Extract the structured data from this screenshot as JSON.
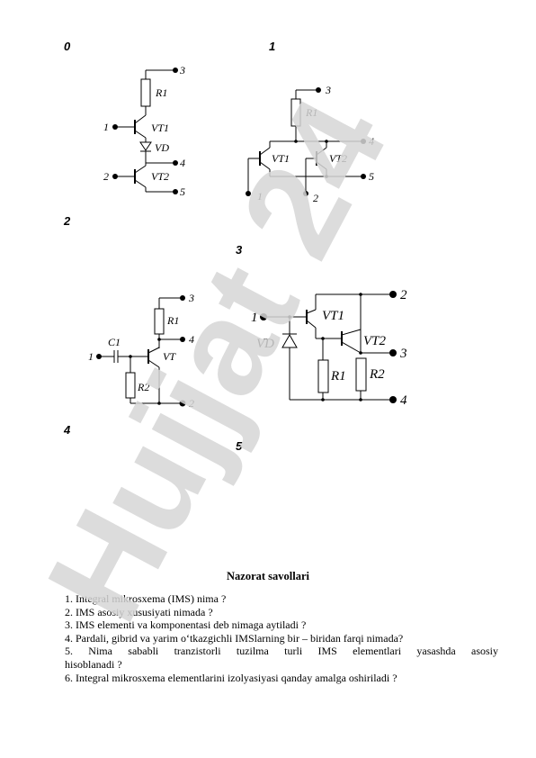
{
  "section_numbers": [
    "0",
    "1",
    "2",
    "3",
    "4",
    "5"
  ],
  "circuits": {
    "c0": {
      "r1": "R1",
      "vt1": "VT1",
      "vd": "VD",
      "vt2": "VT2",
      "pins": [
        "1",
        "2",
        "3",
        "4",
        "5"
      ]
    },
    "c1": {
      "r1": "R1",
      "vt1": "VT1",
      "vt2": "VT2",
      "pins": [
        "1",
        "2",
        "3",
        "4",
        "5"
      ]
    },
    "c2": {
      "c1": "C1",
      "r1": "R1",
      "r2": "R2",
      "vt": "VT",
      "pins": [
        "1",
        "2",
        "3",
        "4"
      ]
    },
    "c3": {
      "vd": "VD",
      "r1": "R1",
      "r2": "R2",
      "vt1": "VT1",
      "vt2": "VT2",
      "pins": [
        "1",
        "2",
        "3",
        "4"
      ]
    }
  },
  "section_title": "Nazorat savollari",
  "questions": [
    "1.  Integral mikrosxema (IMS) nima ?",
    "2.  IMS asosiy xususiyati nimada ?",
    "3.  IMS elementi va komponentasi deb nimaga aytiladi ?",
    "4.  Pardali, gibrid va yarim o‘tkazgichli IMSlarning bir – biridan farqi nimada?",
    "5.  Nima sababli tranzistorli tuzilma turli IMS elementlari yasashda asosiy",
    "hisoblanadi ?",
    "6.  Integral mikrosxema elementlarini izolyasiyasi qanday amalga oshiriladi ?"
  ],
  "watermark": "Hujjat 24",
  "colors": {
    "watermark": "#d6d6d6",
    "watermark_accent": "#c7b8f0"
  }
}
